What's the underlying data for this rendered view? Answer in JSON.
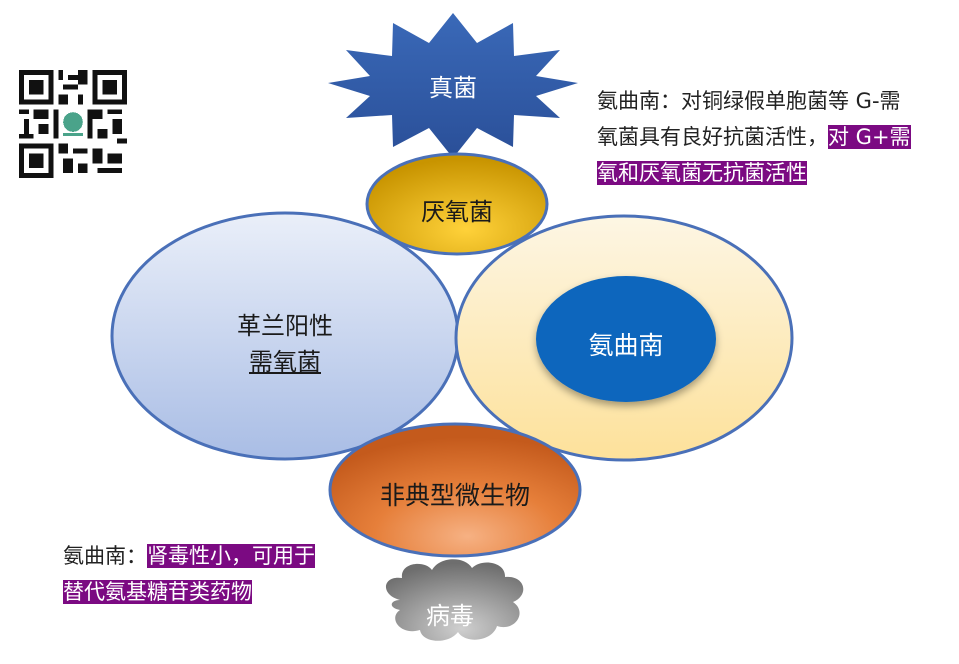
{
  "diagram": {
    "nodes": {
      "fungi": {
        "label": "真菌",
        "shape": "star",
        "color": "#2f5da8"
      },
      "anaerobes": {
        "label": "厌氧菌",
        "shape": "ellipse",
        "color": "#e0a800"
      },
      "gram_positive_aerobes": {
        "line1": "革兰阳性",
        "line2": "需氧菌",
        "shape": "ellipse",
        "color": "#c5d3ee"
      },
      "aztreonam_outer": {
        "shape": "ellipse",
        "color": "#fde9b0"
      },
      "aztreonam": {
        "label": "氨曲南",
        "shape": "ellipse",
        "color": "#0b66bd"
      },
      "atypical": {
        "label": "非典型微生物",
        "shape": "ellipse",
        "color": "#d8692a"
      },
      "virus": {
        "label": "病毒",
        "shape": "cloud",
        "color": "#8c8c8c"
      }
    },
    "stroke_color": "#4a70b8"
  },
  "notes": {
    "top_right": {
      "prefix": "氨曲南：对铜绿假单胞菌等 G-需",
      "line2_plain": "氧菌具有良好抗菌活性，",
      "line2_highlight": "对 G+需",
      "line3_highlight": "氧和厌氧菌无抗菌活性"
    },
    "bottom_left": {
      "prefix": "氨曲南：",
      "line1_highlight": "肾毒性小，可用于",
      "line2_highlight": "替代氨基糖苷类药物"
    },
    "highlight_color": "#7b0a82"
  },
  "qr_code": {
    "alt": "qr-code"
  }
}
